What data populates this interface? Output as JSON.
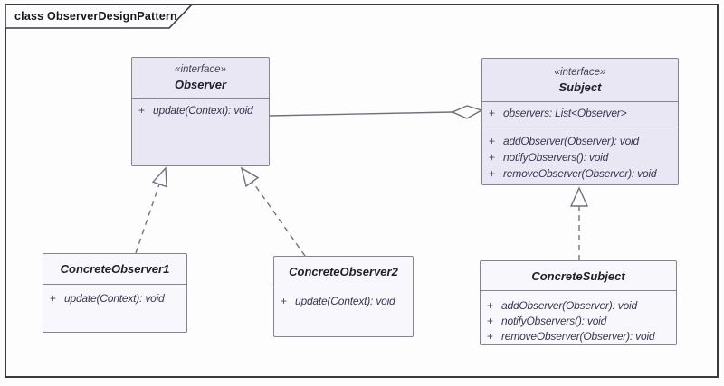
{
  "frame": {
    "title": "class ObserverDesignPattern"
  },
  "colors": {
    "interface_fill": "#eae7f4",
    "concrete_fill": "#f8f7fb",
    "box_border": "#84848f",
    "connector": "#71717c",
    "frame_border": "#3b3b3b",
    "text": "#3a3650"
  },
  "classes": {
    "observer": {
      "stereotype": "«interface»",
      "name": "Observer",
      "methods": [
        {
          "vis": "+",
          "text": "update(Context): void"
        }
      ]
    },
    "subject": {
      "stereotype": "«interface»",
      "name": "Subject",
      "attributes": [
        {
          "vis": "+",
          "text": "observers: List<Observer>"
        }
      ],
      "methods": [
        {
          "vis": "+",
          "text": "addObserver(Observer): void"
        },
        {
          "vis": "+",
          "text": "notifyObservers(): void"
        },
        {
          "vis": "+",
          "text": "removeObserver(Observer): void"
        }
      ]
    },
    "concrete_observer1": {
      "name": "ConcreteObserver1",
      "methods": [
        {
          "vis": "+",
          "text": "update(Context): void"
        }
      ]
    },
    "concrete_observer2": {
      "name": "ConcreteObserver2",
      "methods": [
        {
          "vis": "+",
          "text": "update(Context): void"
        }
      ]
    },
    "concrete_subject": {
      "name": "ConcreteSubject",
      "methods": [
        {
          "vis": "+",
          "text": "addObserver(Observer): void"
        },
        {
          "vis": "+",
          "text": "notifyObservers(): void"
        },
        {
          "vis": "+",
          "text": "removeObserver(Observer): void"
        }
      ]
    }
  },
  "relationships": [
    {
      "type": "aggregation",
      "from": "Observer",
      "to": "Subject"
    },
    {
      "type": "realization",
      "from": "ConcreteObserver1",
      "to": "Observer"
    },
    {
      "type": "realization",
      "from": "ConcreteObserver2",
      "to": "Observer"
    },
    {
      "type": "realization",
      "from": "ConcreteSubject",
      "to": "Subject"
    }
  ]
}
